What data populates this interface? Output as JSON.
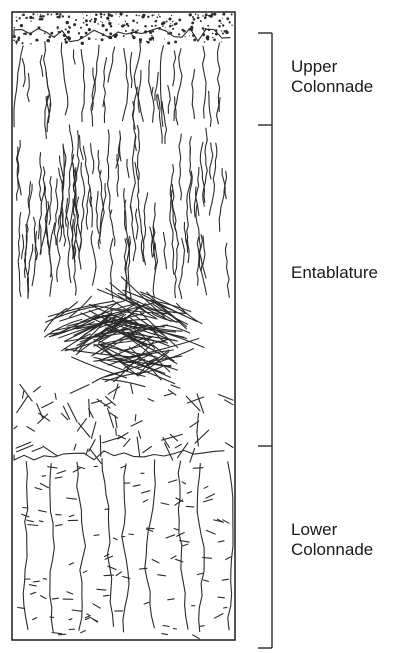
{
  "labels": {
    "upper_line1": "Upper",
    "upper_line2": "Colonnade",
    "entablature": "Entablature",
    "lower_line1": "Lower",
    "lower_line2": "Colonnade"
  },
  "colors": {
    "ink": "#2a2a2a",
    "background": "#ffffff"
  },
  "zones": [
    {
      "name": "Upper Colonnade",
      "kind": "columns"
    },
    {
      "name": "Entablature",
      "kind": "fractures"
    },
    {
      "name": "Lower Colonnade",
      "kind": "columns"
    }
  ]
}
